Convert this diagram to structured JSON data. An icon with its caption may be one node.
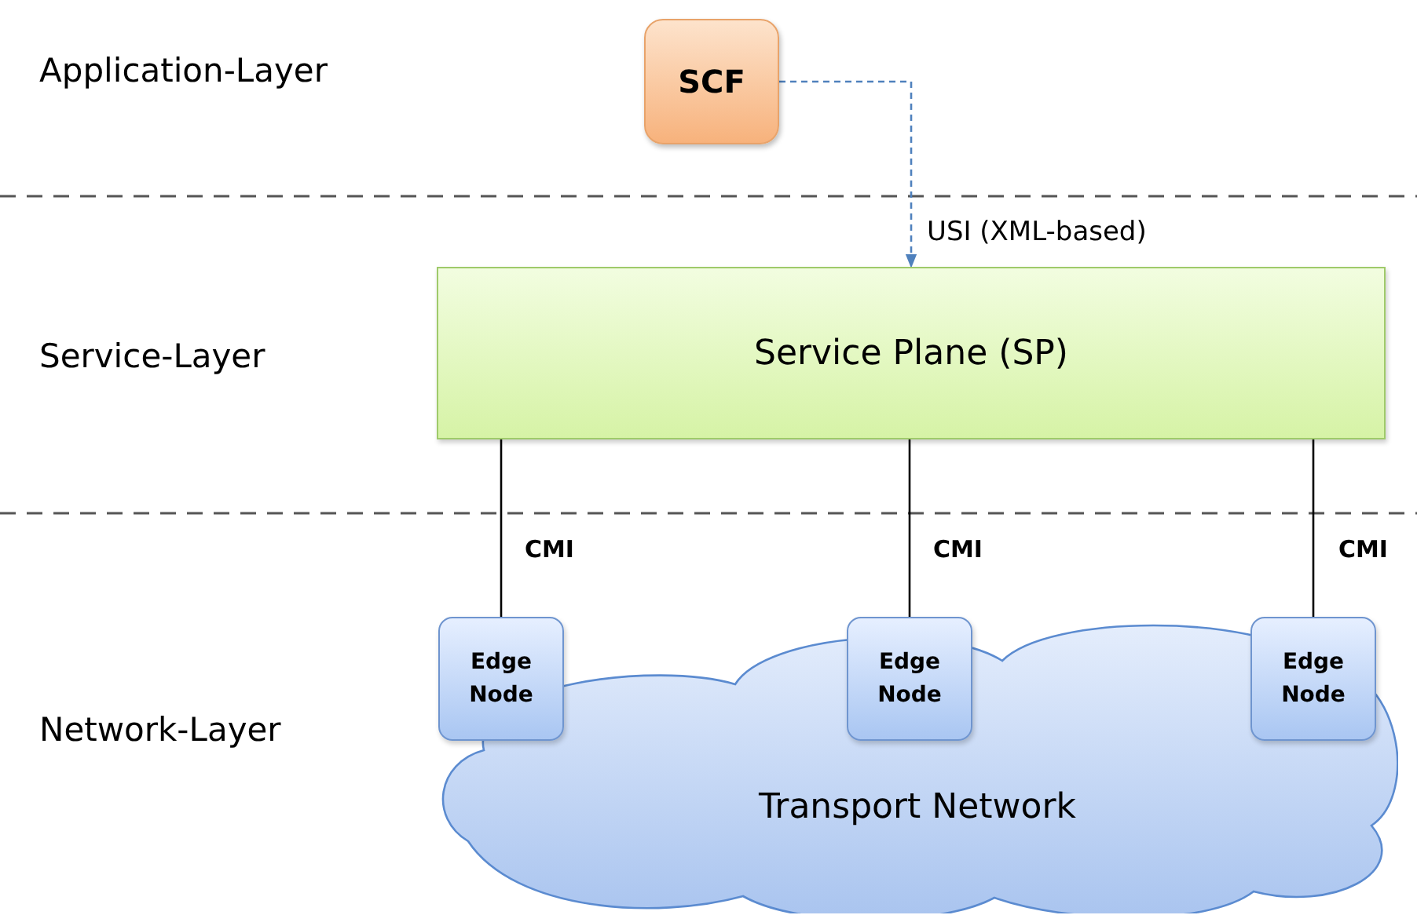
{
  "diagram": {
    "nodes": [
      {
        "text": [
          "SCF"
        ]
      },
      {
        "text": [
          "Service Plane (SP)"
        ]
      },
      {
        "text": [
          "Edge Node"
        ]
      },
      {
        "text": [
          "Edge Node"
        ]
      },
      {
        "text": [
          "Edge Node"
        ]
      },
      {
        "text": [
          "Transport Network"
        ]
      }
    ],
    "edges": [
      {
        "from": 0,
        "to": 1,
        "arrow": "to",
        "label": "USI (XML-based)",
        "style": "dashed",
        "color": "#4f81bd"
      },
      {
        "from": 1,
        "to": 2,
        "arrow": "none",
        "label": "CMI"
      },
      {
        "from": 1,
        "to": 3,
        "arrow": "none",
        "label": "CMI"
      },
      {
        "from": 1,
        "to": 4,
        "arrow": "none",
        "label": "CMI"
      }
    ],
    "labels": [
      "Application-Layer",
      "Service-Layer",
      "Network-Layer"
    ]
  }
}
